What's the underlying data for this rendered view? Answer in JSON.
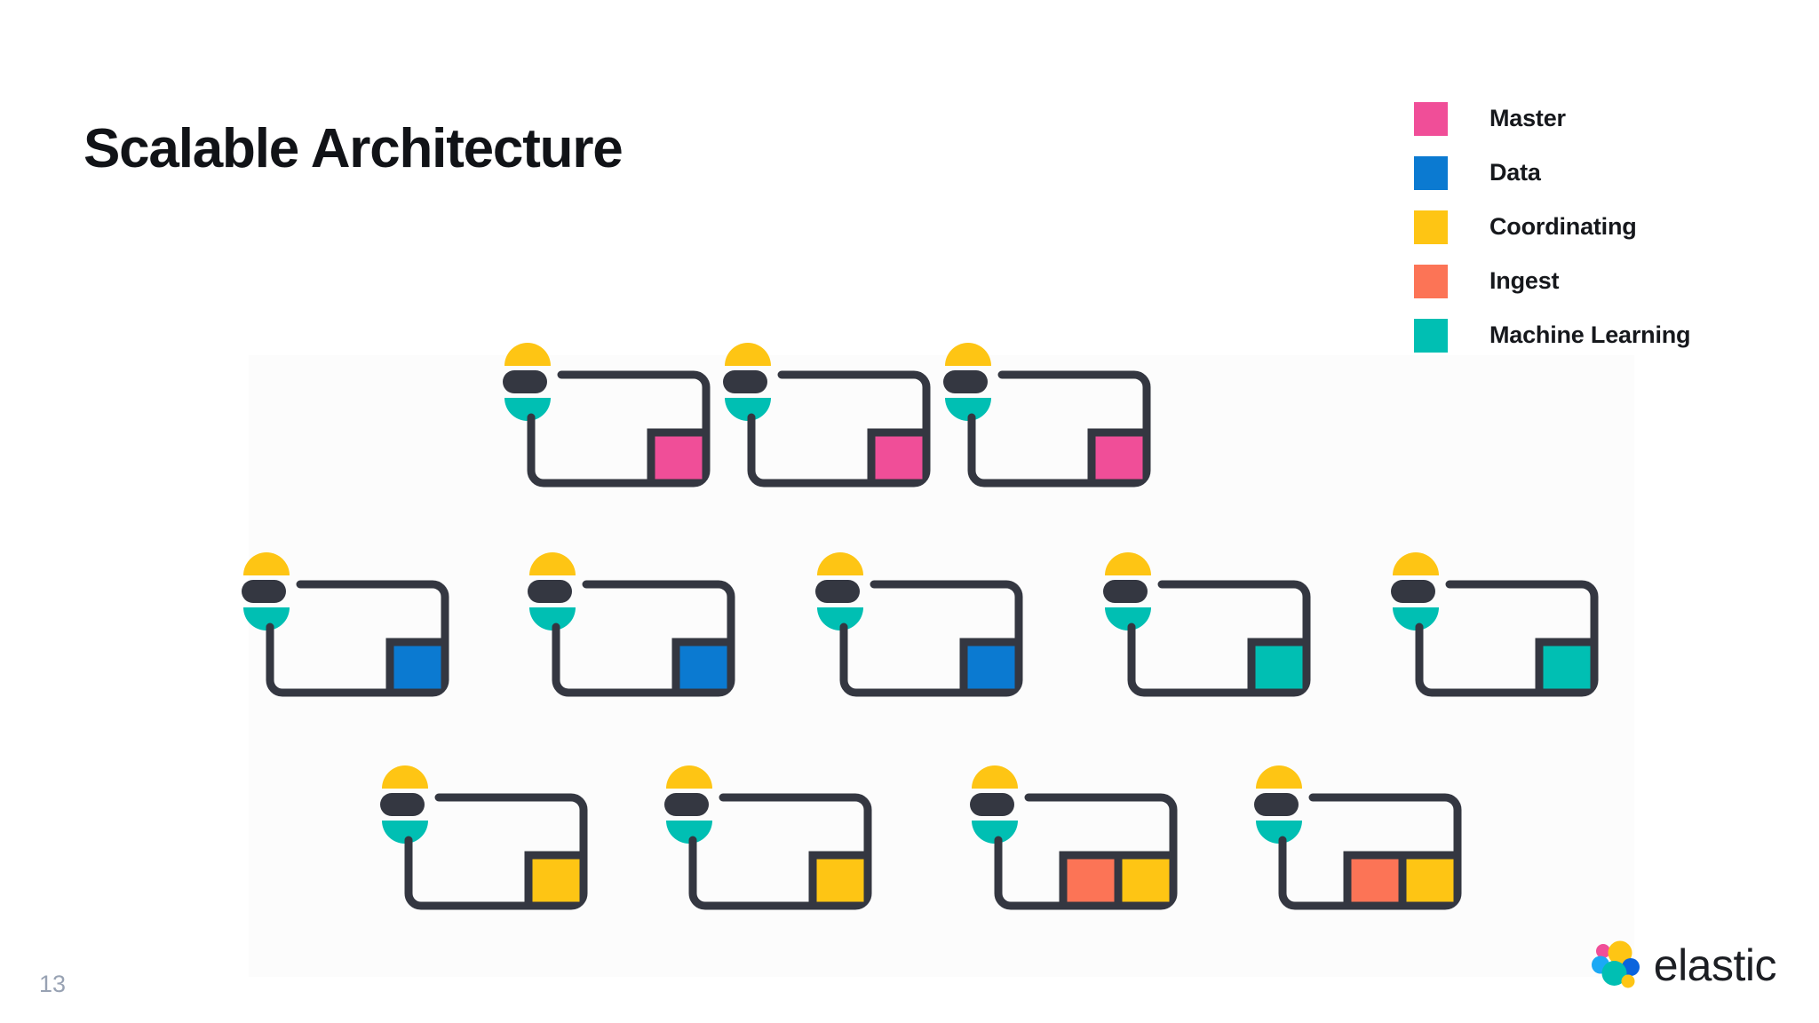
{
  "slide": {
    "title": "Scalable Architecture",
    "page_number": "13",
    "background_color": "#ffffff"
  },
  "brand": {
    "wordmark": "elastic",
    "logo_colors": [
      "#FEC514",
      "#00BFB3",
      "#0077CC",
      "#F04E98",
      "#1BA9F5",
      "#0B64DD",
      "#07C",
      "#343741"
    ]
  },
  "legend": {
    "items": [
      {
        "label": "Master",
        "color": "#F04E98"
      },
      {
        "label": "Data",
        "color": "#0B7AD1"
      },
      {
        "label": "Coordinating",
        "color": "#FEC514"
      },
      {
        "label": "Ingest",
        "color": "#FC7456"
      },
      {
        "label": "Machine Learning",
        "color": "#00BFB3"
      }
    ]
  },
  "palette": {
    "master": "#F04E98",
    "data": "#0B7AD1",
    "coordinating": "#FEC514",
    "ingest": "#FC7456",
    "machine_learning": "#00BFB3",
    "outline": "#343741",
    "mark_top": "#FEC514",
    "mark_middle": "#343741",
    "mark_bottom": "#00BFB3"
  },
  "diagram": {
    "rows": [
      {
        "name": "master-row",
        "nodes": [
          {
            "id": "node-1",
            "roles": [
              "master"
            ]
          },
          {
            "id": "node-2",
            "roles": [
              "master"
            ]
          },
          {
            "id": "node-3",
            "roles": [
              "master"
            ]
          }
        ]
      },
      {
        "name": "data-and-ml-row",
        "nodes": [
          {
            "id": "node-4",
            "roles": [
              "data"
            ]
          },
          {
            "id": "node-5",
            "roles": [
              "data"
            ]
          },
          {
            "id": "node-6",
            "roles": [
              "data"
            ]
          },
          {
            "id": "node-7",
            "roles": [
              "machine_learning"
            ]
          },
          {
            "id": "node-8",
            "roles": [
              "machine_learning"
            ]
          }
        ]
      },
      {
        "name": "coordinating-and-ingest-row",
        "nodes": [
          {
            "id": "node-9",
            "roles": [
              "coordinating"
            ]
          },
          {
            "id": "node-10",
            "roles": [
              "coordinating"
            ]
          },
          {
            "id": "node-11",
            "roles": [
              "ingest",
              "coordinating"
            ]
          },
          {
            "id": "node-12",
            "roles": [
              "ingest",
              "coordinating"
            ]
          }
        ]
      }
    ],
    "row_tops": [
      382,
      618,
      858
    ],
    "row_lefts": [
      [
        566,
        814,
        1062
      ],
      [
        272,
        594,
        918,
        1242,
        1566
      ],
      [
        428,
        748,
        1092,
        1412
      ]
    ]
  }
}
